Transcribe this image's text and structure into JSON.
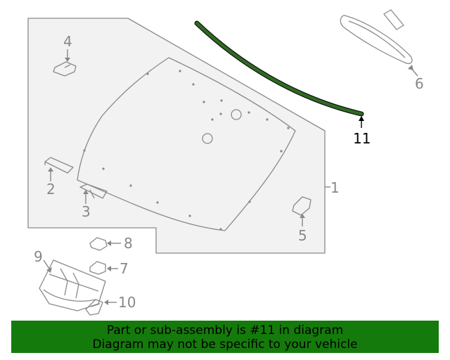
{
  "diagram": {
    "callouts": {
      "c1": "1",
      "c2": "2",
      "c3": "3",
      "c4": "4",
      "c5": "5",
      "c6": "6",
      "c7": "7",
      "c8": "8",
      "c9": "9",
      "c10": "10",
      "c11": "11"
    },
    "highlight_part": "11",
    "colors": {
      "highlight_part": "#2e6b22",
      "outline": "#8a8a8a",
      "banner_background": "#157a0c"
    }
  },
  "banner": {
    "line1": "Part or sub-assembly is #11 in diagram",
    "line2": "Diagram may not be specific to your vehicle"
  }
}
